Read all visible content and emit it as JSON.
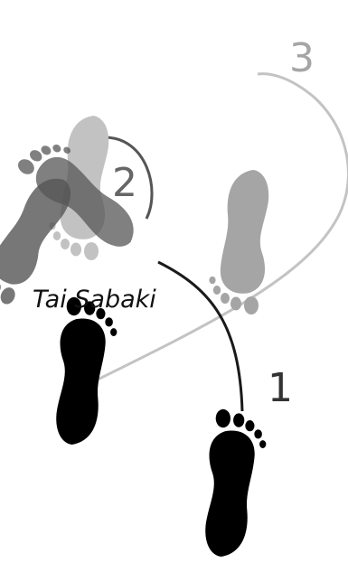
{
  "diagram": {
    "caption": "Tai Sabaki",
    "steps": [
      {
        "number": "1",
        "shade": "#000000"
      },
      {
        "number": "2",
        "shade": "#555555"
      },
      {
        "number": "3",
        "shade": "#a5a5a5"
      }
    ],
    "colors": {
      "step1_foot": "#000000",
      "step2_left_light": "#c2c2c2",
      "step2_right_dark": "#555555",
      "step2_tilted": "#6e6e6e",
      "step3_foot": "#a5a5a5",
      "path_dark": "#1a1a1a",
      "path_light": "#c3c3c3",
      "label_step1": "#333333",
      "label_step2": "#666666",
      "label_step3": "#a5a5a5",
      "caption": "#111111"
    }
  }
}
